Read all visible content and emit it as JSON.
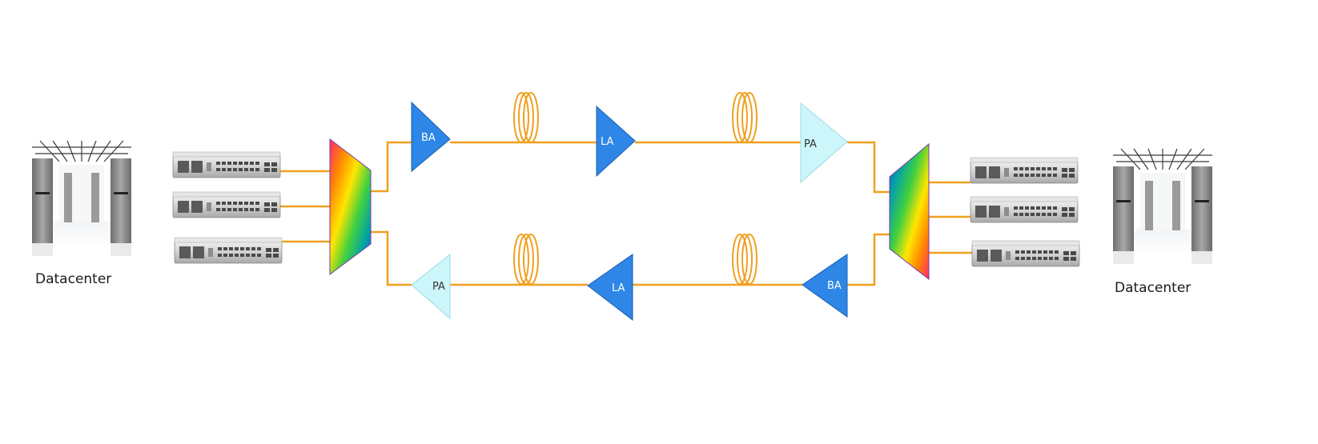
{
  "datacenters": {
    "left_label": "Datacenter",
    "right_label": "Datacenter"
  },
  "amplifiers": {
    "top": [
      {
        "label": "BA",
        "kind": "booster"
      },
      {
        "label": "LA",
        "kind": "line"
      },
      {
        "label": "PA",
        "kind": "pre"
      }
    ],
    "bottom": [
      {
        "label": "PA",
        "kind": "pre"
      },
      {
        "label": "LA",
        "kind": "line"
      },
      {
        "label": "BA",
        "kind": "booster"
      }
    ]
  },
  "colors": {
    "fiber": "#f0a020",
    "amp_dark": "#2e86e6",
    "amp_dark_edge": "#1a5fb0",
    "amp_light": "#ccf6fa",
    "amp_light_edge": "#9adbe6",
    "rack_body": "#8a8a8a",
    "chassis_body": "#d8d8d8"
  },
  "icons": {
    "datacenter": "server-room-icon",
    "transponder": "network-chassis-icon",
    "mux": "wdm-mux-icon",
    "fiber_spool": "fiber-spool-icon"
  }
}
